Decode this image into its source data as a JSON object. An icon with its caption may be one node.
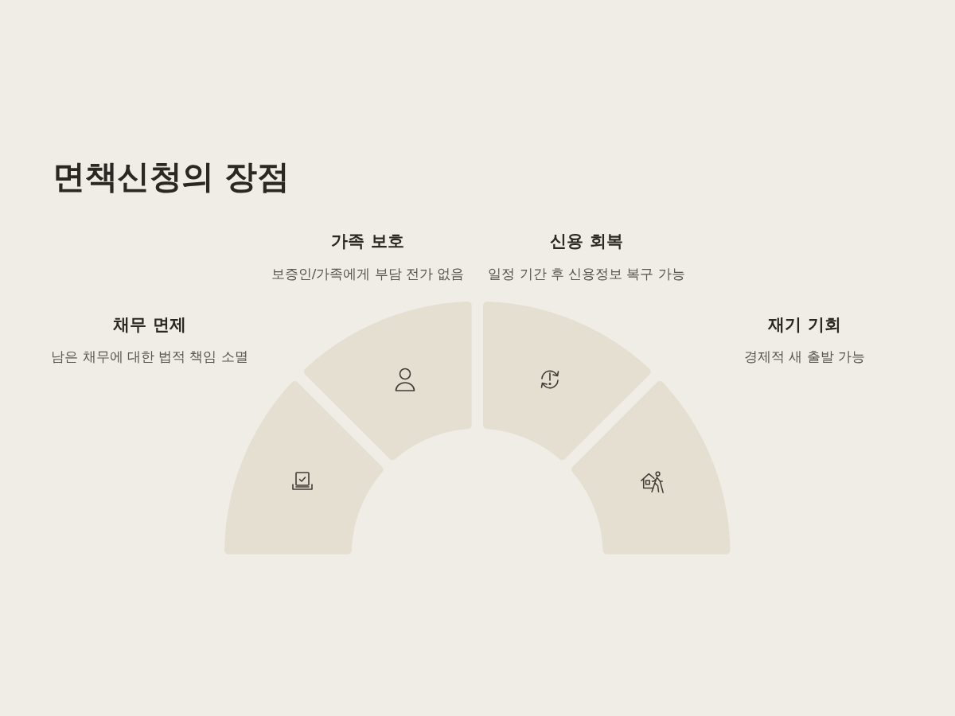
{
  "diagram": {
    "title": "면책신청의 장점",
    "nodes": [
      {
        "text": [
          "채무 면제",
          "남은 채무에 대한 법적 책임 소멸"
        ]
      },
      {
        "text": [
          "가족 보호",
          "보증인/가족에게 부담 전가 없음"
        ]
      },
      {
        "text": [
          "신용 회복",
          "일정 기간 후 신용정보 복구 가능"
        ]
      },
      {
        "text": [
          "재기 기회",
          "경제적 새 출발 가능"
        ]
      }
    ]
  }
}
